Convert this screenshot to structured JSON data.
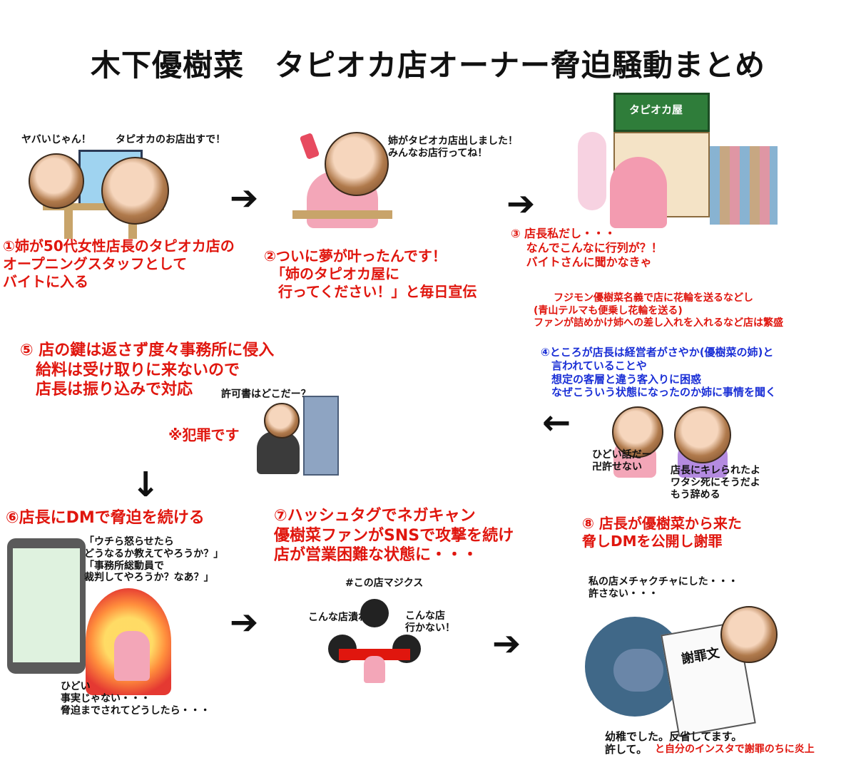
{
  "title": "木下優樹菜　タピオカ店オーナー脅迫騒動まとめ",
  "steps": {
    "s1": {
      "caption": "①姉が50代女性店長のタピオカ店の\nオープニングスタッフとして\nバイトに入る",
      "bubble_a": "ヤバいじゃん！",
      "bubble_b": "タピオカのお店出すで！"
    },
    "s2": {
      "caption": "②ついに夢が叶ったんです！\n　「姉のタピオカ屋に\n　行ってください！」と毎日宣伝",
      "bubble": "姉がタピオカ店出しました！\nみんなお店行ってね！"
    },
    "s3": {
      "caption": "③ 店長私だし・・・\n　 なんでこんなに行列が？！\n　 バイトさんに聞かなきゃ",
      "shop_sign": "タピオカ屋",
      "note": "　　フジモン優樹菜名義で店に花輪を送るなどし\n(青山テルマも便乗し花輪を送る)\nファンが詰めかけ姉への差し入れを入れるなど店は繁盛"
    },
    "s4": {
      "caption": "④ところが店長は経営者がさやか(優樹菜の姉)と\n　言われていることや\n　想定の客層と違う客入りに困惑\n　なぜこういう状態になったのか姉に事情を聞く",
      "bubble_a": "ひどい話だー\n卍許せない",
      "bubble_b": "店長にキレられたよ\nワタシ死にそうだよ\nもう辞める"
    },
    "s5": {
      "caption": "⑤ 店の鍵は返さず度々事務所に侵入\n　給料は受け取りに来ないので\n　店長は振り込みで対応",
      "bubble": "許可書はどこだー？",
      "crime": "※犯罪です"
    },
    "s6": {
      "caption": "⑥店長にDMで脅迫を続ける",
      "dm": "「ウチら怒らせたら\nどうなるか教えてやろうか？」\n「事務所総動員で\n裁判してやろうか？なあ？」",
      "victim": "ひどい\n事実じゃない・・・\n脅迫までされてどうしたら・・・"
    },
    "s7": {
      "caption": "⑦ハッシュタグでネガキャン\n優樹菜ファンがSNSで攻撃を続け\n店が営業困難な状態に・・・",
      "hashtag": "#この店マジクス",
      "bubble_a": "こんな店潰れろ",
      "bubble_b": "こんな店\n行かない！"
    },
    "s8": {
      "caption": "⑧ 店長が優樹菜から来た\n脅しDMを公開し謝罪",
      "owner": "私の店メチャクチャにした・・・\n許さない・・・",
      "apology_title": "謝罪文",
      "apology": "幼稚でした。反省してます。\n許して。",
      "tail": "と自分のインスタで謝罪のちに炎上"
    }
  },
  "arrows": {
    "right": "➔",
    "left": "←",
    "down": "↓"
  },
  "colors": {
    "red": "#e0160e",
    "blue": "#1a2fd6",
    "black": "#111111"
  }
}
